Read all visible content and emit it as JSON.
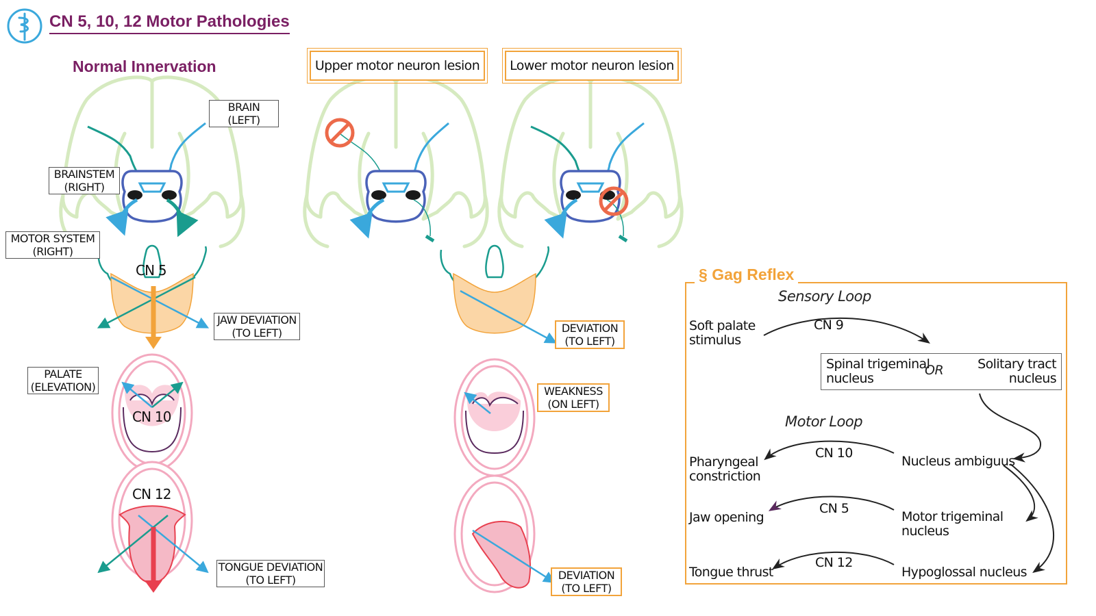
{
  "header": {
    "title": "CN 5, 10, 12 Motor Pathologies"
  },
  "normal": {
    "subtitle": "Normal Innervation",
    "labels": {
      "brain": [
        "BRAIN",
        "(LEFT)"
      ],
      "brainstem": [
        "BRAINSTEM",
        "(RIGHT)"
      ],
      "motor_system": [
        "MOTOR SYSTEM",
        "(RIGHT)"
      ],
      "jaw_deviation": [
        "JAW DEVIATION",
        "(TO LEFT)"
      ],
      "palate": [
        "PALATE",
        "(ELEVATION)"
      ],
      "tongue_deviation": [
        "TONGUE DEVIATION",
        "(TO LEFT)"
      ]
    },
    "nerve_labels": {
      "cn5": "CN 5",
      "cn10": "CN 10",
      "cn12": "CN 12"
    }
  },
  "lesions": {
    "umn": "Upper motor neuron lesion",
    "lmn": "Lower motor neuron lesion",
    "deviation_jaw": [
      "DEVIATION",
      "(TO LEFT)"
    ],
    "weakness": [
      "WEAKNESS",
      "(ON LEFT)"
    ],
    "deviation_tongue": [
      "DEVIATION",
      "(TO LEFT)"
    ]
  },
  "gag_reflex": {
    "title": "Gag Reflex",
    "sensory_loop": "Sensory Loop",
    "motor_loop": "Motor Loop",
    "stimulus": [
      "Soft palate",
      "stimulus"
    ],
    "cn9": "CN 9",
    "spinal_nucleus": [
      "Spinal trigeminal",
      "nucleus"
    ],
    "or": "OR",
    "solitary_nucleus": [
      "Solitary tract",
      "nucleus"
    ],
    "rows": [
      {
        "effect": [
          "Pharyngeal",
          "constriction"
        ],
        "nerve": "CN 10",
        "nucleus": [
          "Nucleus ambiguus"
        ]
      },
      {
        "effect": [
          "Jaw opening"
        ],
        "nerve": "CN 5",
        "nucleus": [
          "Motor trigeminal",
          "nucleus"
        ]
      },
      {
        "effect": [
          "Tongue thrust"
        ],
        "nerve": "CN 12",
        "nucleus": [
          "Hypoglossal nucleus"
        ]
      }
    ]
  },
  "colors": {
    "title": "#7a1f63",
    "accent_orange": "#f2a33a",
    "brain_outline": "#d6eac0",
    "nerve_blue": "#3aa8dc",
    "nerve_teal": "#1a9c8e",
    "brainstem": "#4a62b8",
    "lesion_red": "#ec6a4a",
    "jaw_fill": "#fbd6a6",
    "mouth_pink": "#f3a9bf",
    "tongue_red": "#e8404f"
  }
}
